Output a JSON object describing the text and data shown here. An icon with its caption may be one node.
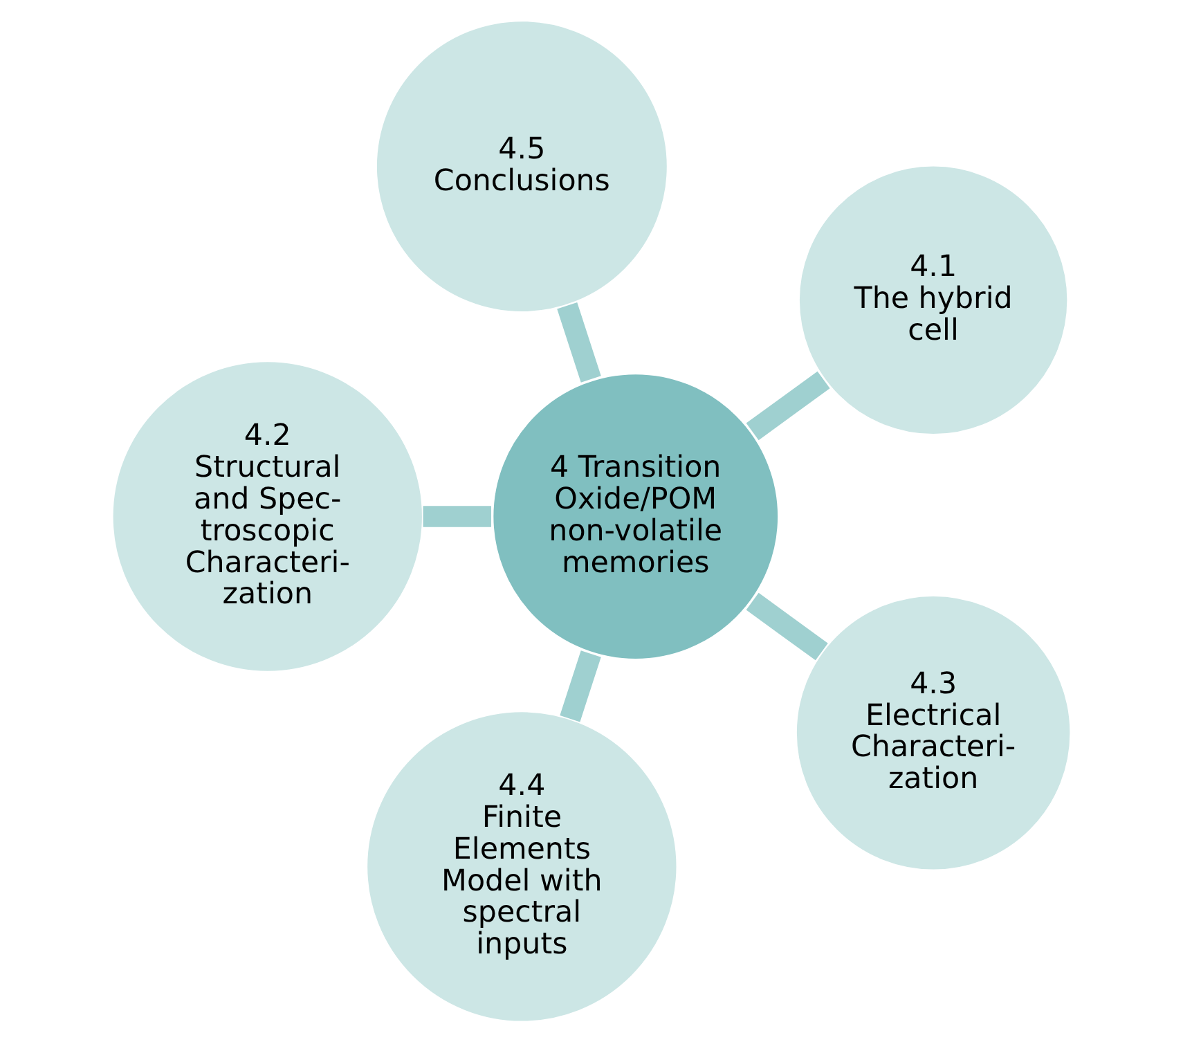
{
  "diagram": {
    "nodes": [
      {
        "text": [
          "4.1",
          "The hybrid cell"
        ]
      },
      {
        "text": [
          "4.5",
          "Conclusions"
        ]
      },
      {
        "text": [
          "4 Transition Oxide/POM non-volatile memories"
        ]
      },
      {
        "text": [
          "4.2",
          "Structural and Spec- troscopic Characteri- zation"
        ]
      },
      {
        "text": [
          "4.4",
          "Finite Elements Model with spectral inputs"
        ]
      },
      {
        "text": [
          "4.3",
          "Electrical Characteri- zation"
        ]
      }
    ],
    "edges": [
      {
        "from": 2,
        "to": 0,
        "arrow": "none"
      },
      {
        "from": 2,
        "to": 3,
        "arrow": "none"
      },
      {
        "from": 2,
        "to": 5,
        "arrow": "none"
      },
      {
        "from": 2,
        "to": 4,
        "arrow": "none"
      },
      {
        "from": 2,
        "to": 1,
        "arrow": "none"
      }
    ]
  }
}
